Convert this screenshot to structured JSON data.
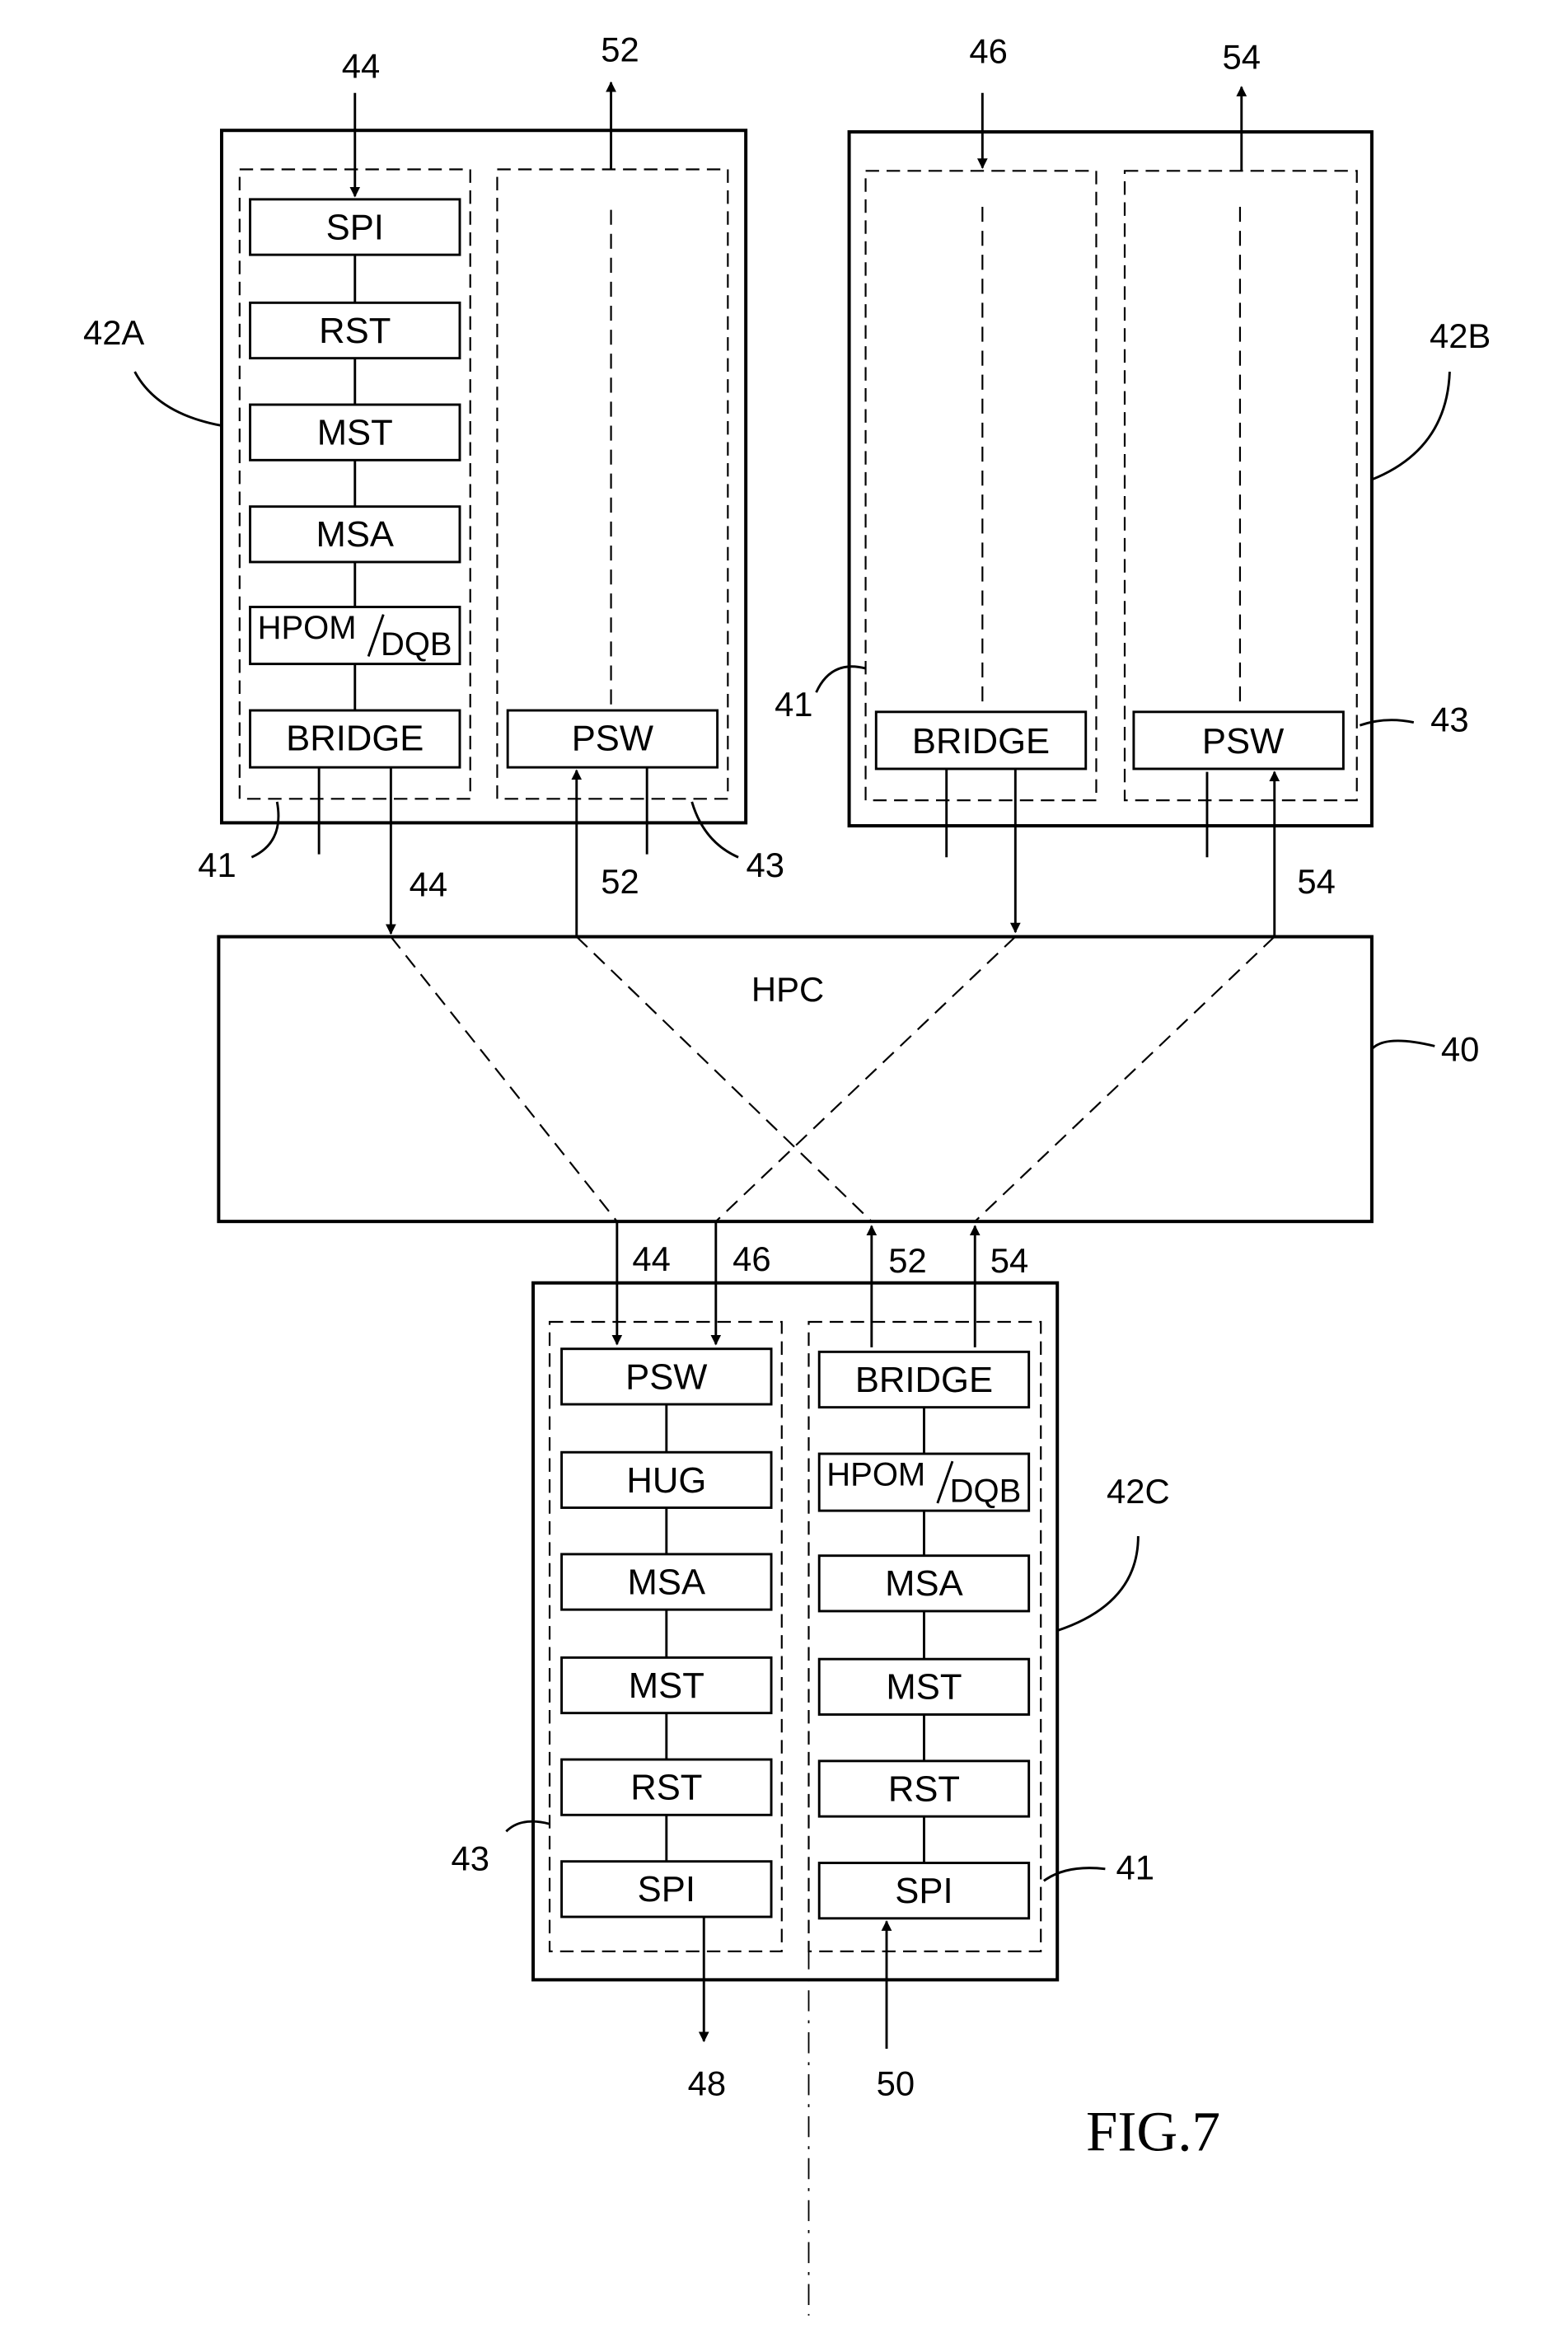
{
  "figure": {
    "title": "FIG.7"
  },
  "hpc": {
    "label": "HPC",
    "ref": "40"
  },
  "unit_a": {
    "ref": "42A",
    "left_chain": [
      "SPI",
      "RST",
      "MST",
      "MSA",
      "HPOM",
      "BRIDGE"
    ],
    "hpom_suffix": "DQB",
    "right_block": "PSW",
    "ref_41": "41",
    "ref_43": "43",
    "in_top": "44",
    "out_top": "52",
    "out_bottom": "44",
    "in_bottom": "52"
  },
  "unit_b": {
    "ref": "42B",
    "left_block": "BRIDGE",
    "right_block": "PSW",
    "ref_41": "41",
    "ref_43": "43",
    "in_top": "46",
    "out_top": "54",
    "in_bottom": "54"
  },
  "unit_c": {
    "ref": "42C",
    "left_chain": [
      "PSW",
      "HUG",
      "MSA",
      "MST",
      "RST",
      "SPI"
    ],
    "right_chain": [
      "BRIDGE",
      "HPOM",
      "MSA",
      "MST",
      "RST",
      "SPI"
    ],
    "hpom_suffix": "DQB",
    "ref_41": "41",
    "ref_43": "43",
    "in_labels": [
      "44",
      "46"
    ],
    "out_labels": [
      "52",
      "54"
    ],
    "out_bottom": "48",
    "in_bottom": "50"
  }
}
